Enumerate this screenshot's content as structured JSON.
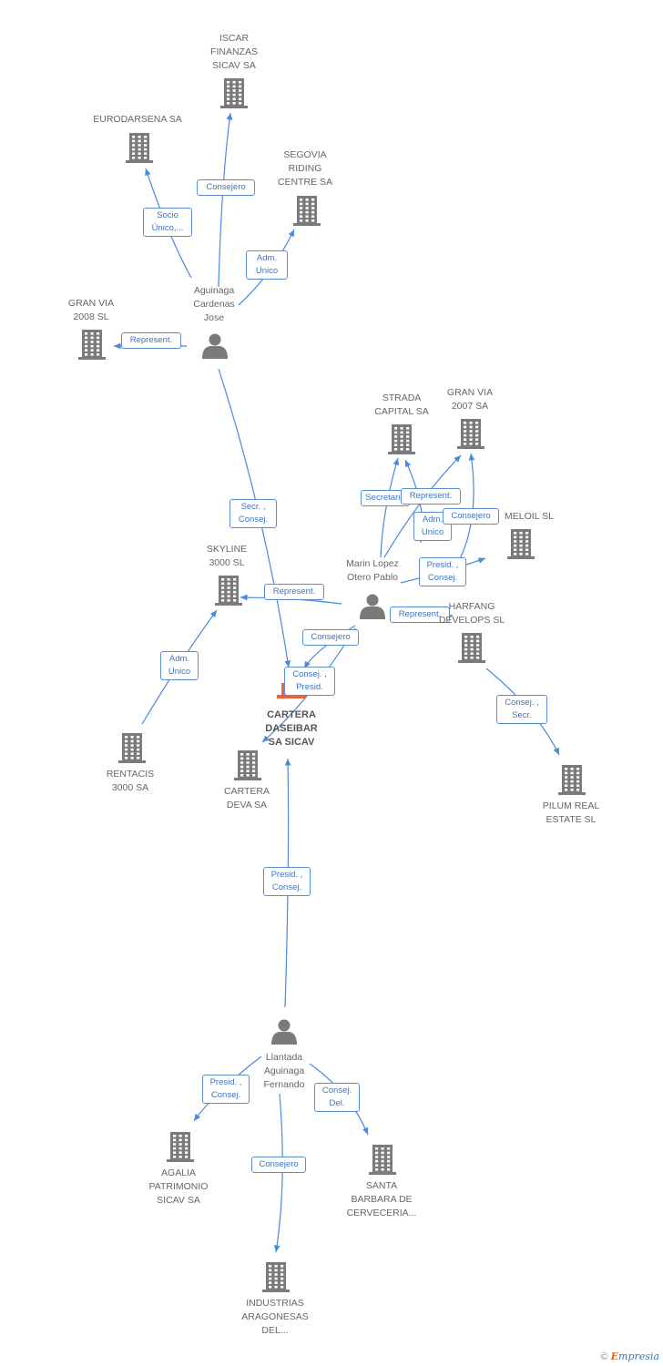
{
  "colors": {
    "edge": "#4a89dc",
    "icon": "#7a7a7a",
    "focus": "#e8643c",
    "label": "#666666"
  },
  "nodes": [
    {
      "id": "iscar",
      "type": "company",
      "label": "ISCAR\nFINANZAS\nSICAV SA"
    },
    {
      "id": "eurodarsena",
      "type": "company",
      "label": "EURODARSENA SA"
    },
    {
      "id": "segovia",
      "type": "company",
      "label": "SEGOVIA\nRIDING\nCENTRE SA"
    },
    {
      "id": "granvia2008",
      "type": "company",
      "label": "GRAN VIA\n2008 SL"
    },
    {
      "id": "aguinaga",
      "type": "person",
      "label": "Aguinaga\nCardenas\nJose"
    },
    {
      "id": "strada",
      "type": "company",
      "label": "STRADA\nCAPITAL SA"
    },
    {
      "id": "granvia2007",
      "type": "company",
      "label": "GRAN VIA\n2007 SA"
    },
    {
      "id": "meloil",
      "type": "company",
      "label": "MELOIL SL"
    },
    {
      "id": "marin",
      "type": "person",
      "label": "Marin Lopez\nOtero Pablo"
    },
    {
      "id": "skyline",
      "type": "company",
      "label": "SKYLINE\n3000 SL"
    },
    {
      "id": "harfang",
      "type": "company",
      "label": "HARFANG\nDEVELOPS SL"
    },
    {
      "id": "cartera_daseibar",
      "type": "focus",
      "label": "CARTERA\nDASEIBAR\nSA SICAV"
    },
    {
      "id": "rentacis",
      "type": "company",
      "label": "RENTACIS\n3000 SA"
    },
    {
      "id": "cartera_deva",
      "type": "company",
      "label": "CARTERA\nDEVA SA"
    },
    {
      "id": "pilum",
      "type": "company",
      "label": "PILUM REAL\nESTATE SL"
    },
    {
      "id": "llantada",
      "type": "person",
      "label": "Llantada\nAguinaga\nFernando"
    },
    {
      "id": "agalia",
      "type": "company",
      "label": "AGALIA\nPATRIMONIO\nSICAV SA"
    },
    {
      "id": "santa_barbara",
      "type": "company",
      "label": "SANTA\nBARBARA DE\nCERVECERIA..."
    },
    {
      "id": "industrias",
      "type": "company",
      "label": "INDUSTRIAS\nARAGONESAS\nDEL..."
    }
  ],
  "edges": [
    {
      "from": "aguinaga",
      "to": "iscar",
      "label": "Consejero"
    },
    {
      "from": "aguinaga",
      "to": "eurodarsena",
      "label": "Socio\nÚnico,..."
    },
    {
      "from": "aguinaga",
      "to": "segovia",
      "label": "Adm.\nUnico"
    },
    {
      "from": "aguinaga",
      "to": "granvia2008",
      "label": "Represent."
    },
    {
      "from": "aguinaga",
      "to": "cartera_daseibar",
      "label": "Secr. ,\nConsej."
    },
    {
      "from": "marin",
      "to": "strada",
      "label": "Secretario"
    },
    {
      "from": "marin",
      "to": "granvia2007",
      "label": "Represent."
    },
    {
      "from": "marin",
      "to": "strada",
      "label": "Adm.\nUnico"
    },
    {
      "from": "marin",
      "to": "granvia2007",
      "label": "Consejero"
    },
    {
      "from": "marin",
      "to": "meloil",
      "label": "Presid. ,\nConsej."
    },
    {
      "from": "marin",
      "to": "skyline",
      "label": "Represent."
    },
    {
      "from": "marin",
      "to": "harfang",
      "label": "Represent."
    },
    {
      "from": "marin",
      "to": "cartera_daseibar",
      "label": "Consejero"
    },
    {
      "from": "marin",
      "to": "cartera_deva",
      "label": "Consej. ,\nPresid."
    },
    {
      "from": "rentacis",
      "to": "skyline",
      "label": "Adm.\nUnico"
    },
    {
      "from": "harfang",
      "to": "pilum",
      "label": "Consej. ,\nSecr."
    },
    {
      "from": "llantada",
      "to": "cartera_daseibar",
      "label": "Presid. ,\nConsej."
    },
    {
      "from": "llantada",
      "to": "agalia",
      "label": "Presid. ,\nConsej."
    },
    {
      "from": "llantada",
      "to": "santa_barbara",
      "label": "Consej.\nDel."
    },
    {
      "from": "llantada",
      "to": "industrias",
      "label": "Consejero"
    }
  ],
  "footer": {
    "copyright": "©",
    "brand_e": "E",
    "brand_rest": "mpresia"
  }
}
